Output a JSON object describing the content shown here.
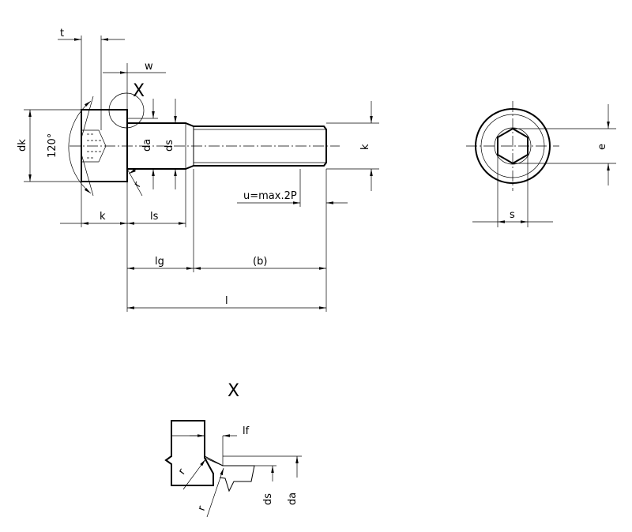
{
  "labels": {
    "t": "t",
    "w": "w",
    "x_top": "X",
    "dk": "dk",
    "angle": "120°",
    "da": "da",
    "ds": "ds",
    "k_side": "k",
    "r_top": "r",
    "u": "u=max.2P",
    "k_left": "k",
    "ls": "ls",
    "lg": "lg",
    "b": "(b)",
    "l": "l",
    "e": "e",
    "s": "s",
    "x_detail": "X",
    "lf": "lf",
    "r1": "r",
    "r2": "r",
    "ds_detail": "ds",
    "da_detail": "da"
  }
}
